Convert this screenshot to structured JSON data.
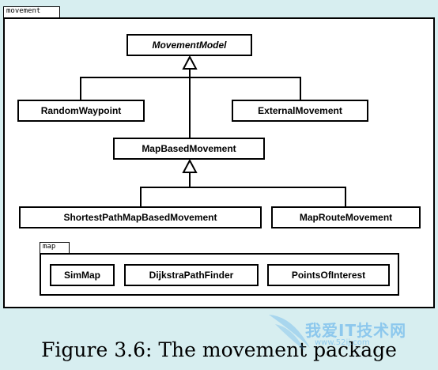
{
  "packages": {
    "movement": {
      "label": "movement"
    },
    "map": {
      "label": "map"
    }
  },
  "classes": {
    "movement_model": "MovementModel",
    "random_waypoint": "RandomWaypoint",
    "external_movement": "ExternalMovement",
    "map_based_movement": "MapBasedMovement",
    "shortest_path": "ShortestPathMapBasedMovement",
    "map_route": "MapRouteMovement",
    "sim_map": "SimMap",
    "dijkstra": "DijkstraPathFinder",
    "points_of_interest": "PointsOfInterest"
  },
  "caption": "Figure 3.6: The movement package",
  "watermark": {
    "text": "我爱IT技术网",
    "subtext": "www.52ij.com"
  },
  "colors": {
    "background": "#d7eef0",
    "box_fill": "#ffffff",
    "stroke": "#000000",
    "watermark": "#50aaeb"
  }
}
